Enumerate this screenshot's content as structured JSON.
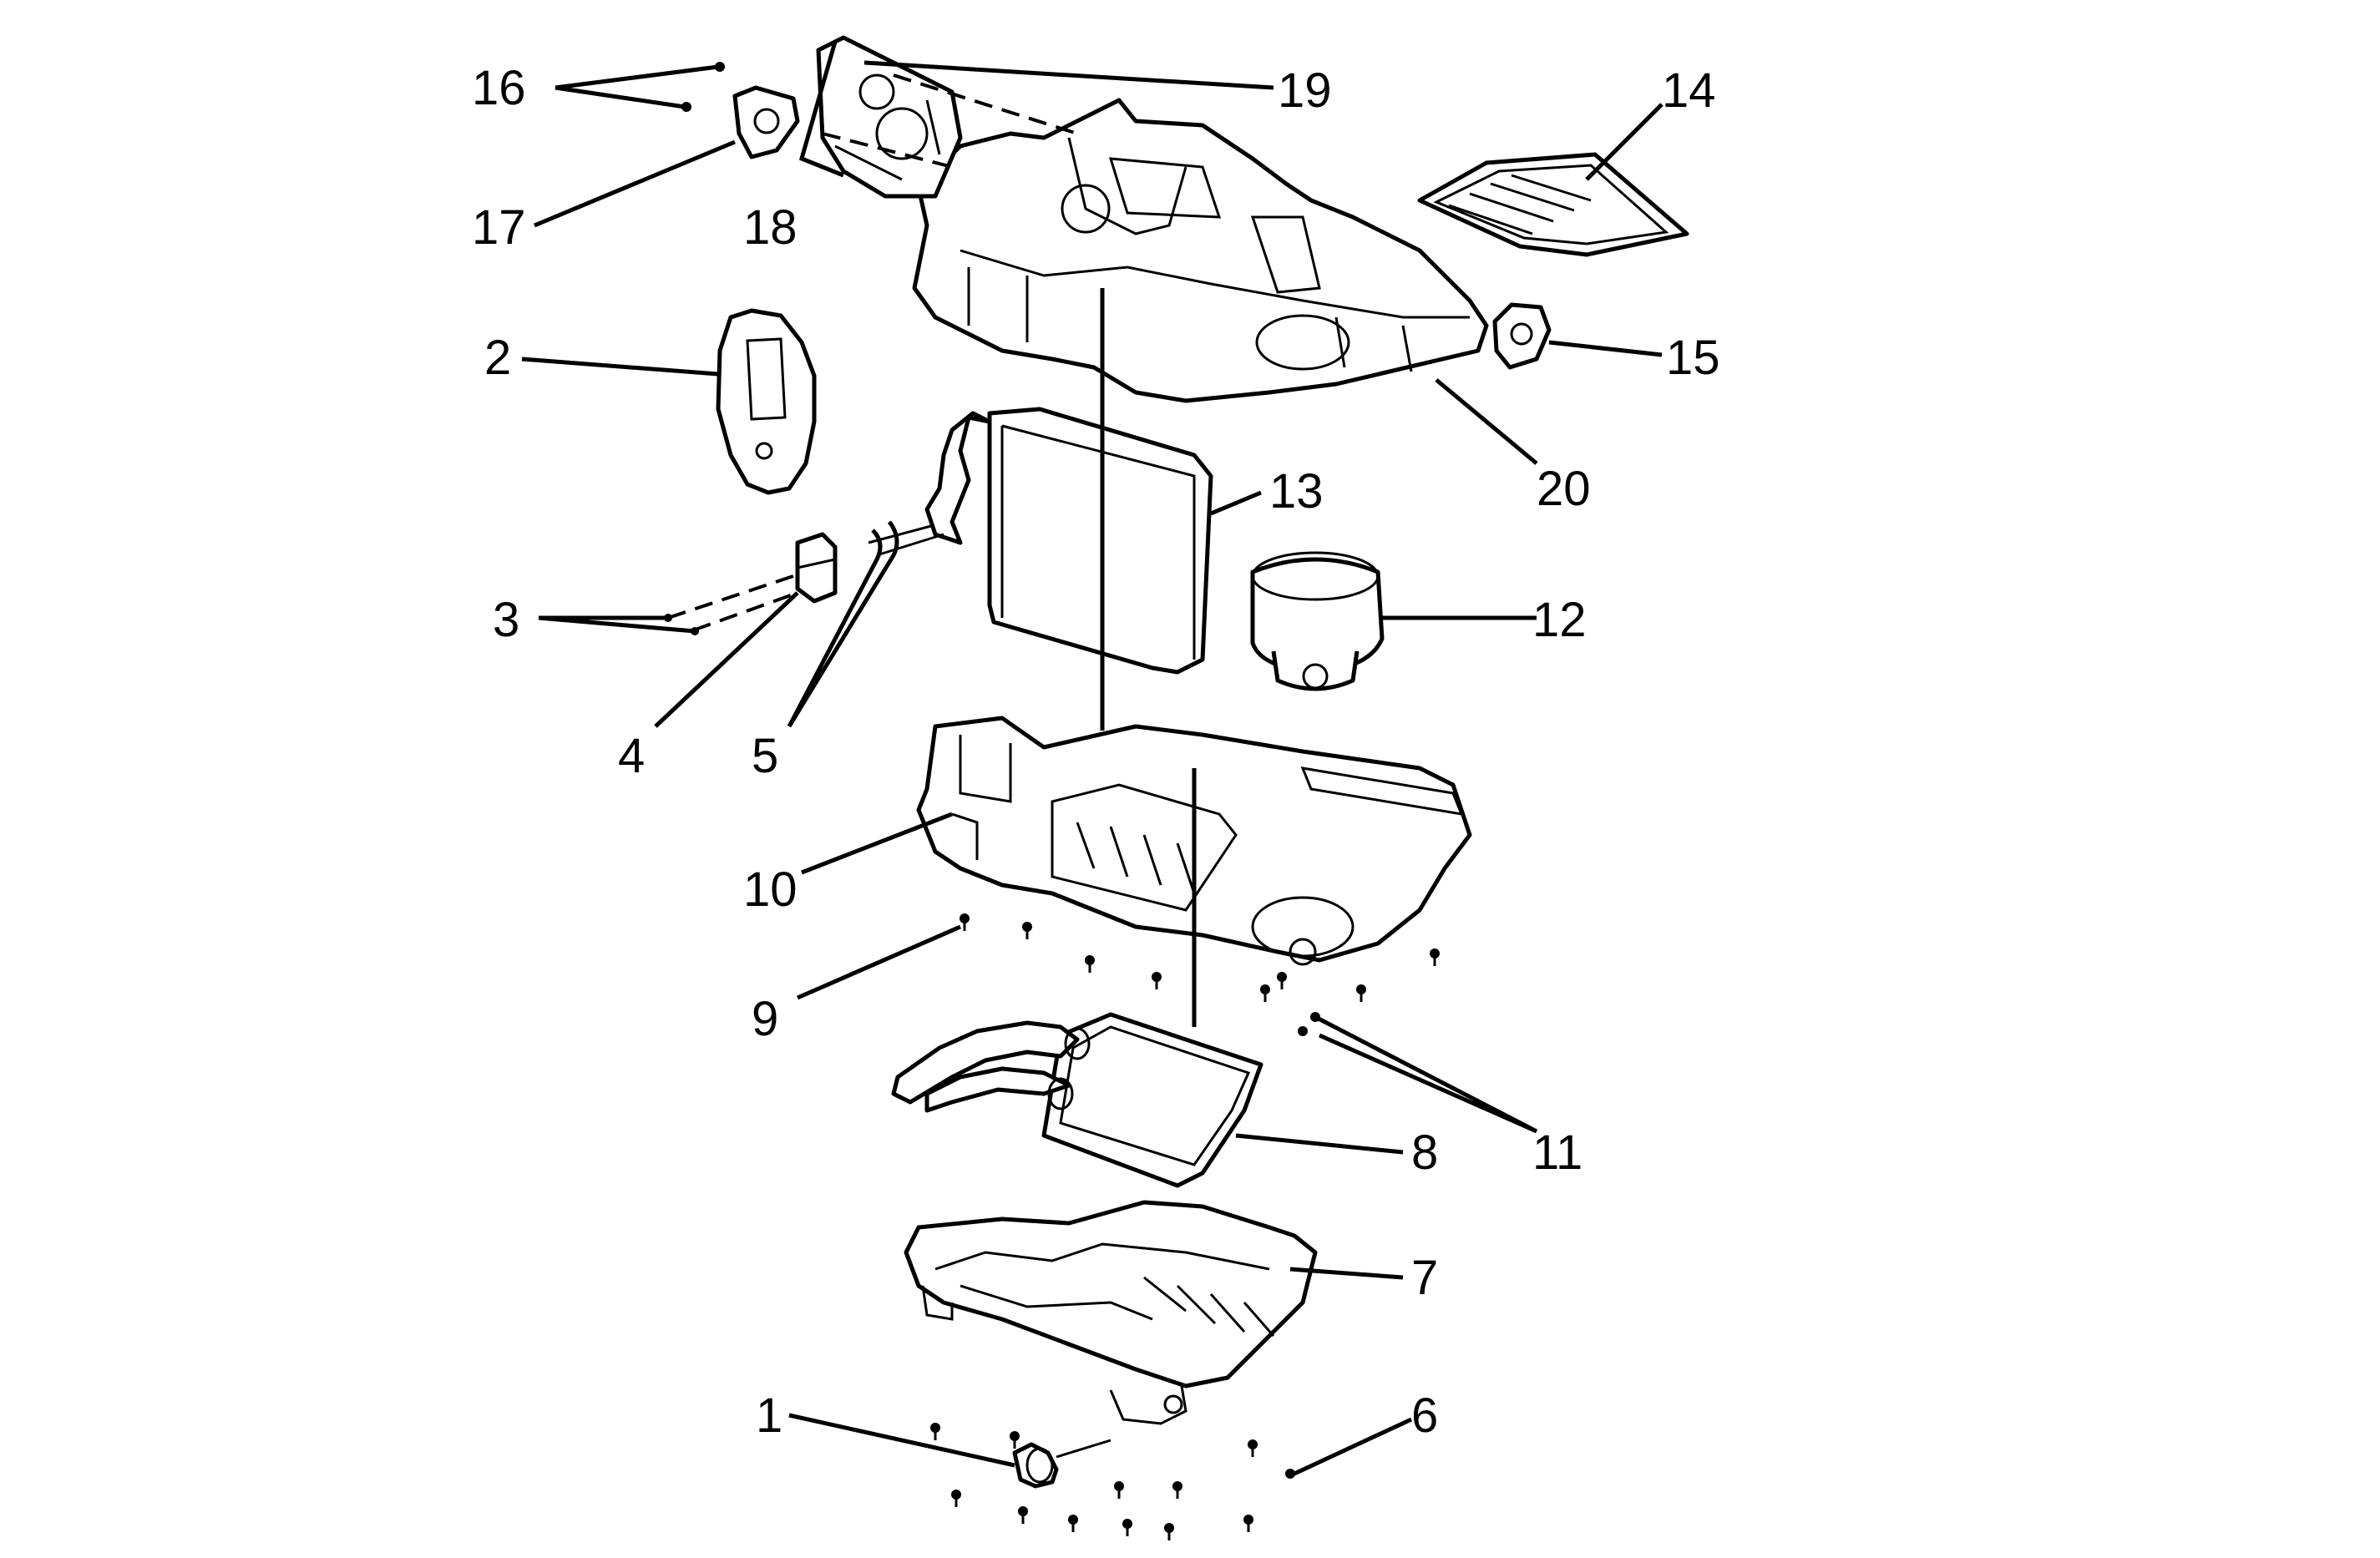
{
  "figure": {
    "callouts": [
      "1",
      "2",
      "3",
      "4",
      "5",
      "6",
      "7",
      "8",
      "9",
      "10",
      "11",
      "12",
      "13",
      "14",
      "15",
      "16",
      "17",
      "18",
      "19",
      "20"
    ]
  }
}
